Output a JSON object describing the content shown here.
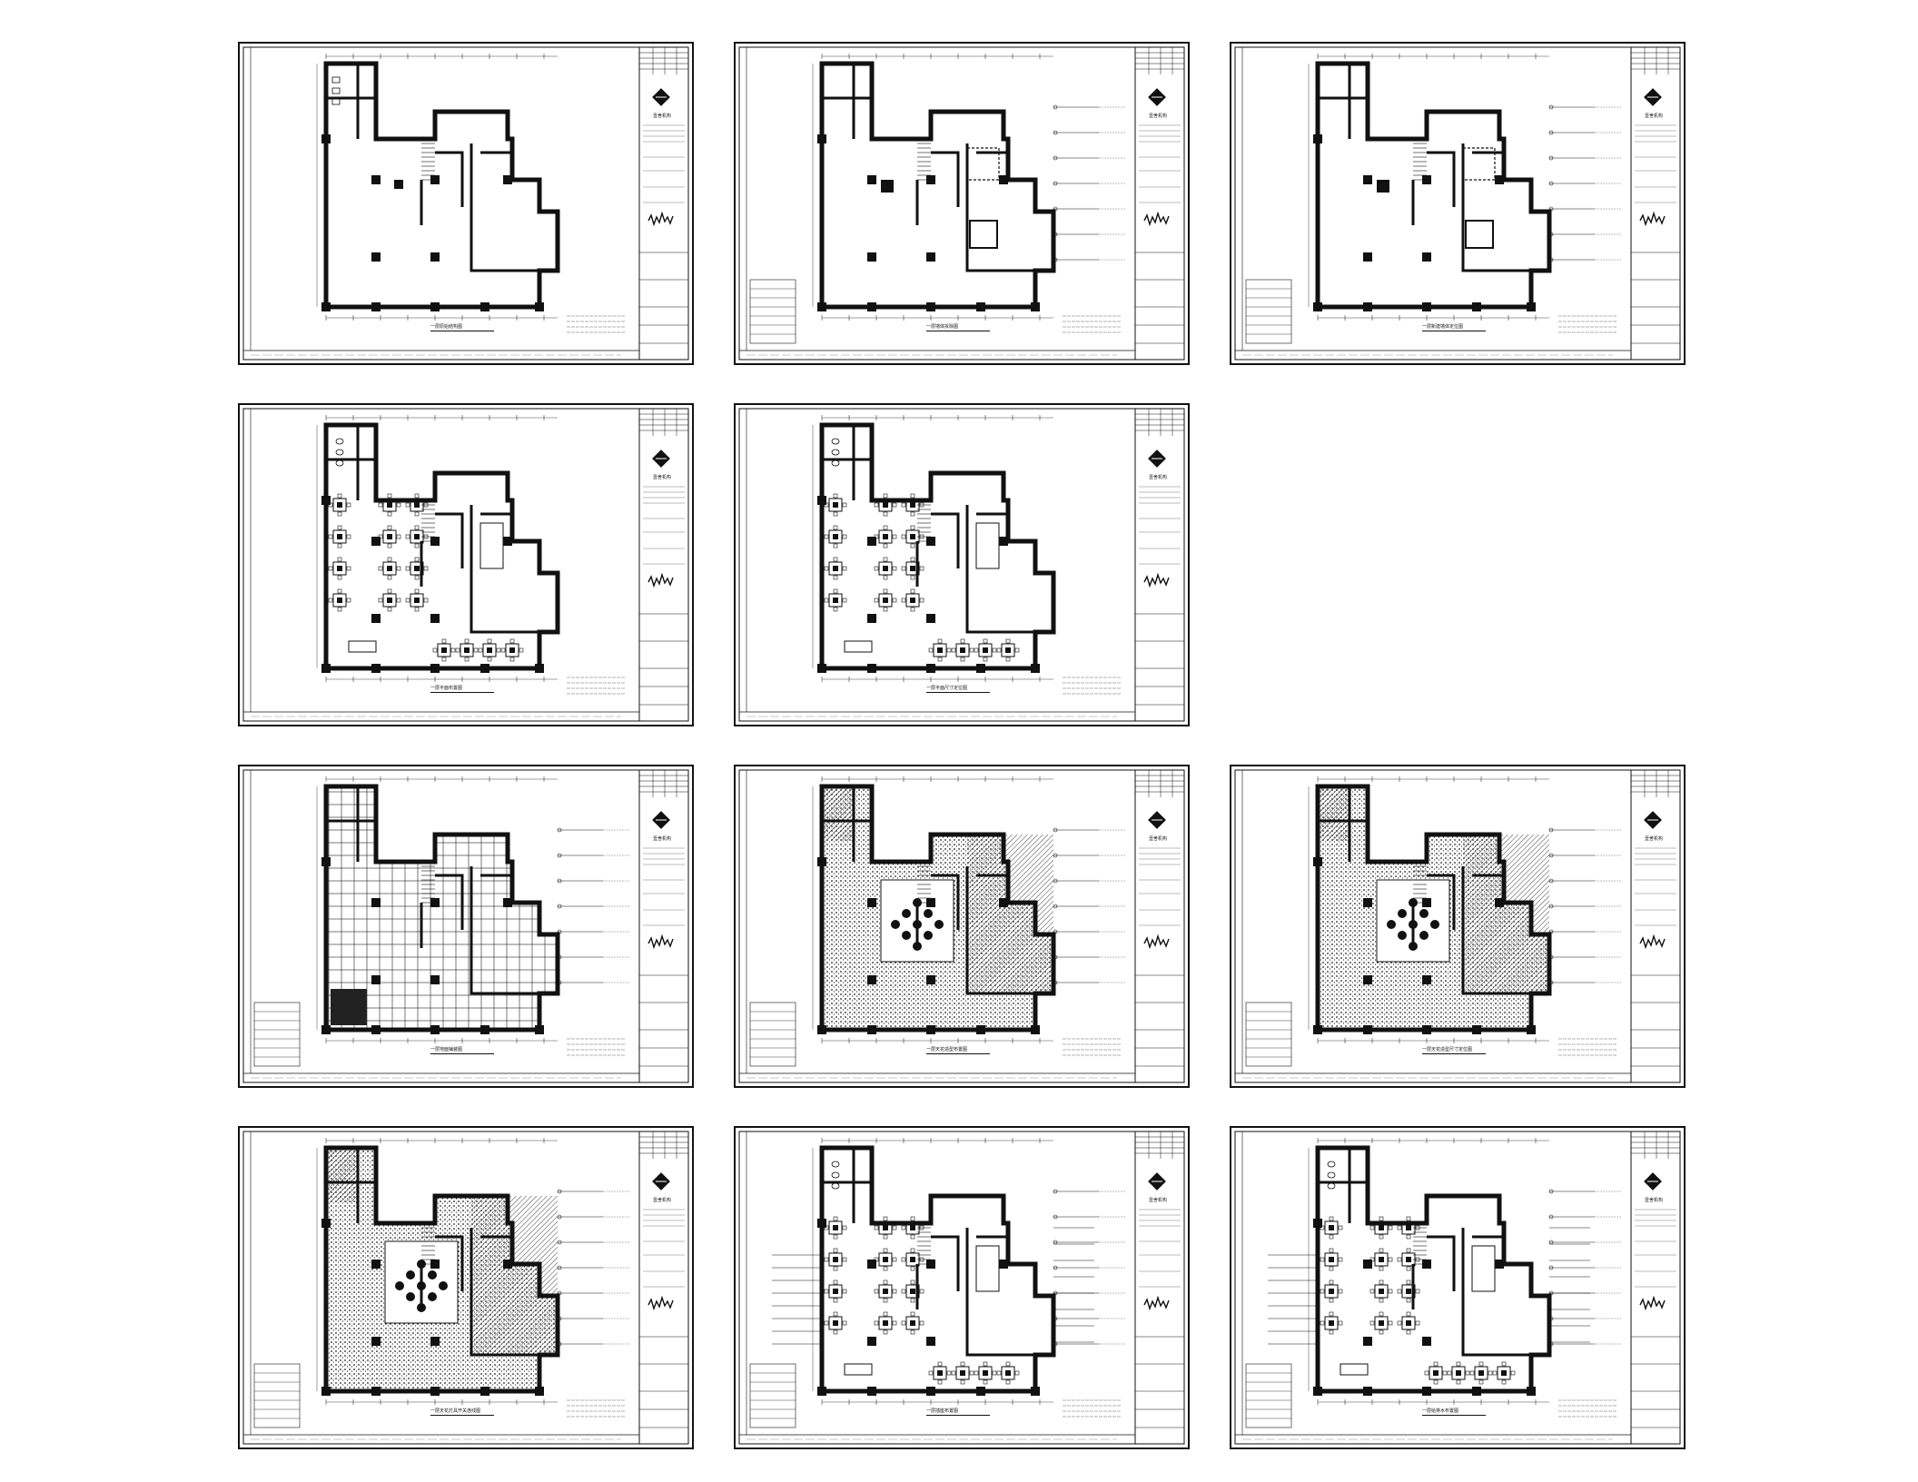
{
  "firm": {
    "name": "壹舍机构"
  },
  "sheets": [
    {
      "title": "一层原始结构图",
      "variant": "original"
    },
    {
      "title": "一层墙体拆除图",
      "variant": "demo"
    },
    {
      "title": "一层新建墙体定位图",
      "variant": "newwall"
    },
    {
      "title": "一层平面布置图",
      "variant": "furniture"
    },
    {
      "title": "一层平面尺寸定位图",
      "variant": "furniture"
    },
    {
      "title": "一层地面铺装图",
      "variant": "floor"
    },
    {
      "title": "一层天花造型布置图",
      "variant": "ceiling"
    },
    {
      "title": "一层天花造型尺寸定位图",
      "variant": "ceiling"
    },
    {
      "title": "一层天花灯具开关连线图",
      "variant": "ceiling-lights"
    },
    {
      "title": "一层插座布置图",
      "variant": "socket"
    },
    {
      "title": "一层给排水布置图",
      "variant": "water"
    }
  ]
}
